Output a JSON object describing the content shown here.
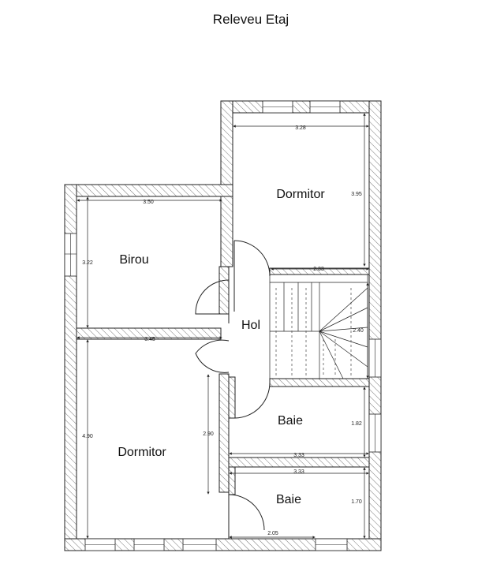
{
  "title": "Releveu Etaj",
  "rooms": {
    "dormitor_top": "Dormitor",
    "birou": "Birou",
    "hol": "Hol",
    "baie_top": "Baie",
    "dormitor_bottom": "Dormitor",
    "baie_bottom": "Baie"
  },
  "dimensions": {
    "dormitor_top_width": "3.28",
    "dormitor_top_height": "3.95",
    "landing_width": "2.33",
    "birou_width": "3.50",
    "birou_height": "3.22",
    "dormitor_bottom_width": "3.45",
    "stair_length": "2.40",
    "baie_top_height": "1.82",
    "baie_top_width": "3.33",
    "dormitor_bottom_height": "4.90",
    "dormitor_bottom_depth": "2.90",
    "baie_bottom_width": "3.33",
    "baie_bottom_height": "1.70",
    "baie_bottom_door": "2.05"
  }
}
